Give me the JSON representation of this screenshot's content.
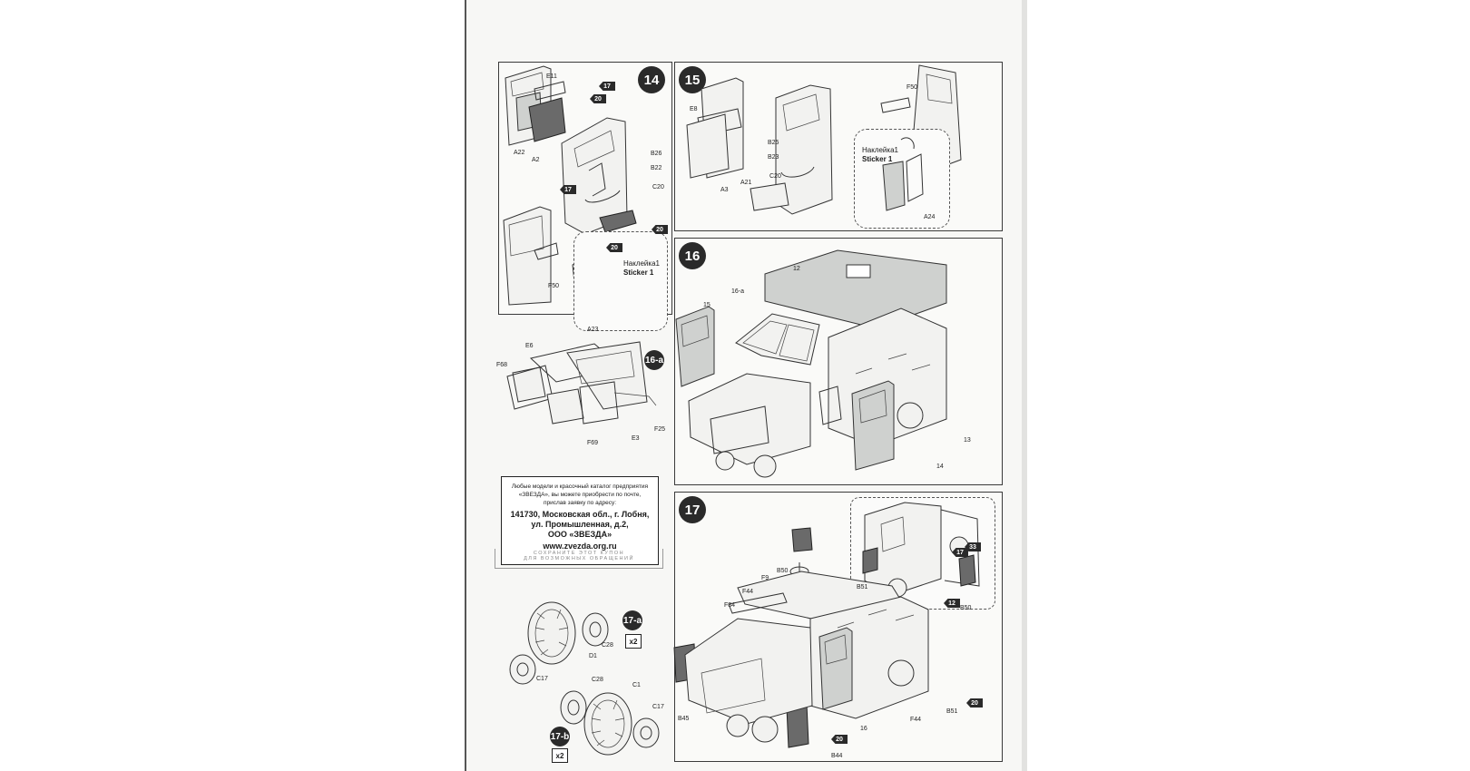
{
  "steps": {
    "s14": "14",
    "s15": "15",
    "s16": "16",
    "s17": "17",
    "s16a": "16-a",
    "s17a": "17-a",
    "s17b": "17-b"
  },
  "multipliers": {
    "x2a": "x2",
    "x2b": "x2"
  },
  "sticker": {
    "label_ru": "Наклейка1",
    "label_en": "Sticker 1"
  },
  "parts14": {
    "e11": "E11",
    "a22": "A22",
    "a2": "A2",
    "b26": "B26",
    "b22": "B22",
    "c20": "C20",
    "f50": "F50",
    "a23": "A23"
  },
  "parts15": {
    "e8": "E8",
    "a3": "A3",
    "a21": "A21",
    "b25": "B25",
    "b23": "B23",
    "c20": "C20",
    "f50": "F50",
    "a24": "A24"
  },
  "parts16": {
    "p12": "12",
    "p16a": "16-a",
    "p15": "15",
    "p13": "13",
    "p14": "14"
  },
  "parts16a": {
    "e6": "E6",
    "f68": "F68",
    "f69": "F69",
    "e3": "E3",
    "f25": "F25"
  },
  "parts17": {
    "b50a": "B50",
    "f9": "F9",
    "f44a": "F44",
    "f34": "F34",
    "b51a": "B51",
    "b50b": "B50",
    "b45": "B45",
    "p16": "16",
    "f44b": "F44",
    "b51b": "B51",
    "b44": "B44"
  },
  "parts17a": {
    "c28": "C28",
    "d1": "D1",
    "c17": "C17"
  },
  "parts17b": {
    "c28": "C28",
    "c1": "C1",
    "c17": "C17"
  },
  "paint": {
    "n17": "17",
    "n20": "20",
    "n33": "33",
    "n12": "12"
  },
  "info": {
    "line1": "Любые модели и красочный каталог предприятия",
    "line2": "«ЗВЕЗДА», вы можете приобрести по почте,",
    "line3": "прислав заявку по адресу:",
    "addr1": "141730, Московская обл., г. Лобня,",
    "addr2": "ул. Промышленная, д.2,",
    "addr3": "ООО «ЗВЕЗДА»",
    "url": "www.zvezda.org.ru",
    "foot1": "СОХРАНИТЕ ЭТОТ КУПОН",
    "foot2": "ДЛЯ ВОЗМОЖНЫХ ОБРАЩЕНИЙ"
  },
  "colors": {
    "paper": "#f7f7f5",
    "ink": "#2a2a2a",
    "part_gray": "#cfd1cf"
  }
}
